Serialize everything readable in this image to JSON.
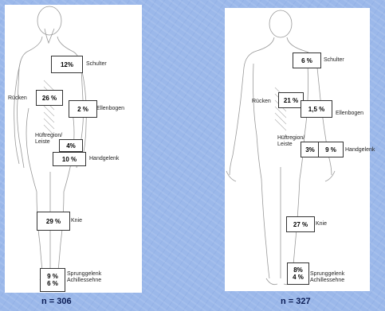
{
  "left": {
    "n": "n = 306",
    "schulter": {
      "value": "12%",
      "label": "Schulter"
    },
    "ruecken": {
      "value": "26 %",
      "label": "Rücken"
    },
    "ellenbogen": {
      "value": "2 %",
      "label": "Ellenbogen"
    },
    "hueft_label": "Hüftregion/\nLeiste",
    "hueft": {
      "value": "4%"
    },
    "handgelenk": {
      "value": "10 %",
      "label": "Handgelenk"
    },
    "knie": {
      "value": "29 %",
      "label": "Knie"
    },
    "sprung": {
      "value1": "9 %",
      "value2": "6 %",
      "label1": "Sprunggelenk",
      "label2": "Achillessehne"
    }
  },
  "right": {
    "n": "n = 327",
    "schulter": {
      "value": "6 %",
      "label": "Schulter"
    },
    "ruecken": {
      "value": "21 %",
      "label": "Rücken"
    },
    "ellenbogen": {
      "value": "1,5 %",
      "label": "Ellenbogen"
    },
    "hueft_label": "Hüftregion/\nLeiste",
    "hueft": {
      "value": "3%"
    },
    "handgelenk": {
      "value": "9 %",
      "label": "Handgelenk"
    },
    "knie": {
      "value": "27 %",
      "label": "Knie"
    },
    "sprung": {
      "value1": "8%",
      "value2": "4 %",
      "label1": "Sprunggelenk",
      "label2": "Achillessehne"
    }
  }
}
